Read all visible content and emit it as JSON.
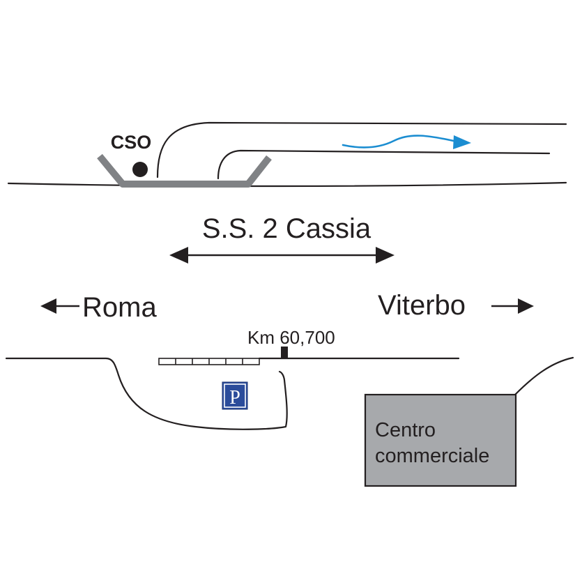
{
  "labels": {
    "cso": "CSO",
    "road_name": "S.S. 2 Cassia",
    "west_city": "Roma",
    "east_city": "Viterbo",
    "km_marker": "Km 60,700",
    "parking": "P",
    "mall_line1": "Centro",
    "mall_line2": "commerciale"
  },
  "colors": {
    "ink": "#231f20",
    "bridge": "#808285",
    "flow_arrow": "#1b8dd1",
    "parking_bg": "#2b4c9b",
    "mall_fill": "#a7a9ac"
  },
  "icons": {
    "cso_marker": "filled-circle",
    "flow_direction": "wavy-arrow-right",
    "parking_sign": "parking-icon"
  }
}
